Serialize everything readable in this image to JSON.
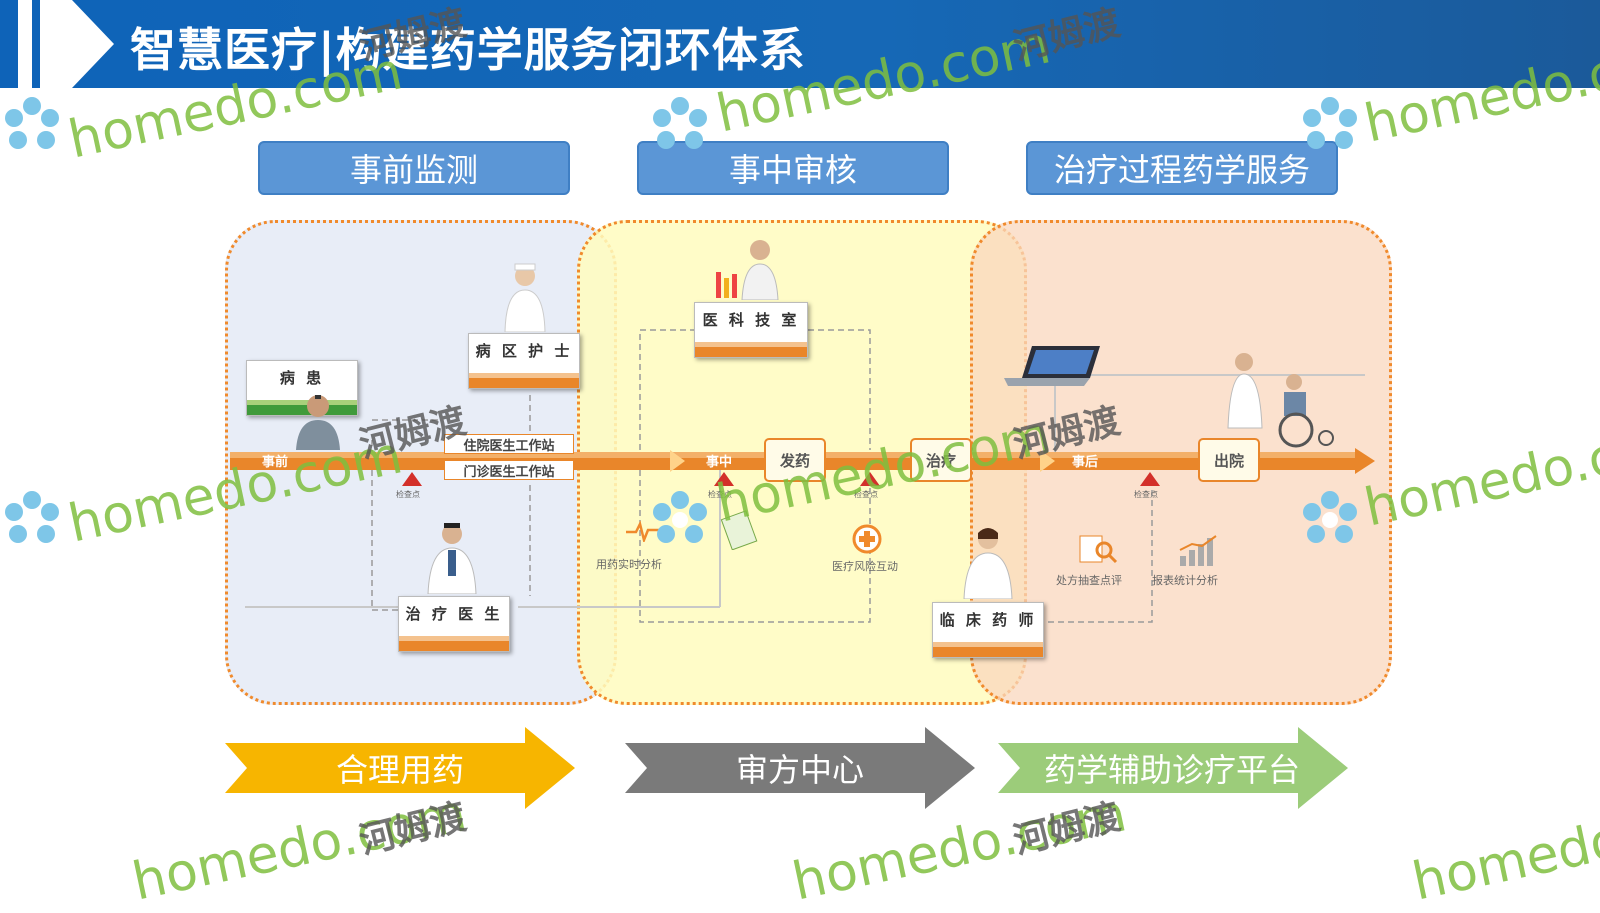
{
  "title": "智慧医疗|构建药学服务闭环体系",
  "phases": [
    "事前监测",
    "事中审核",
    "治疗过程药学服务"
  ],
  "actors": {
    "patient": "病 患",
    "ward_nurse": "病 区 护 士",
    "treating_doctor": "治 疗 医 生",
    "medical_lab": "医 科 技 室",
    "clinical_pharmacist": "临 床 药 师"
  },
  "workstations": [
    "住院医生工作站",
    "门诊医生工作站"
  ],
  "timeline": {
    "before": "事前",
    "during": "事中",
    "dispense": "发药",
    "treatment": "治疗",
    "after": "事后",
    "discharge": "出院"
  },
  "checkpoint_label": "检查点",
  "features": {
    "realtime": "用药实时分析",
    "risk": "医疗风险互动",
    "prescription_review": "处方抽查点评",
    "report": "报表统计分析"
  },
  "platforms": [
    {
      "label": "合理用药",
      "color": "#f7b500"
    },
    {
      "label": "审方中心",
      "color": "#7a7a7a"
    },
    {
      "label": "药学辅助诊疗平台",
      "color": "#9ccc7a"
    }
  ],
  "watermarks": {
    "latin": "homedo.com",
    "cn": "河姆渡"
  },
  "colors": {
    "header": "#1365b5",
    "caption": "#5b96d6",
    "timeline": "#e9862a",
    "zone_border": "#f08a2c"
  }
}
